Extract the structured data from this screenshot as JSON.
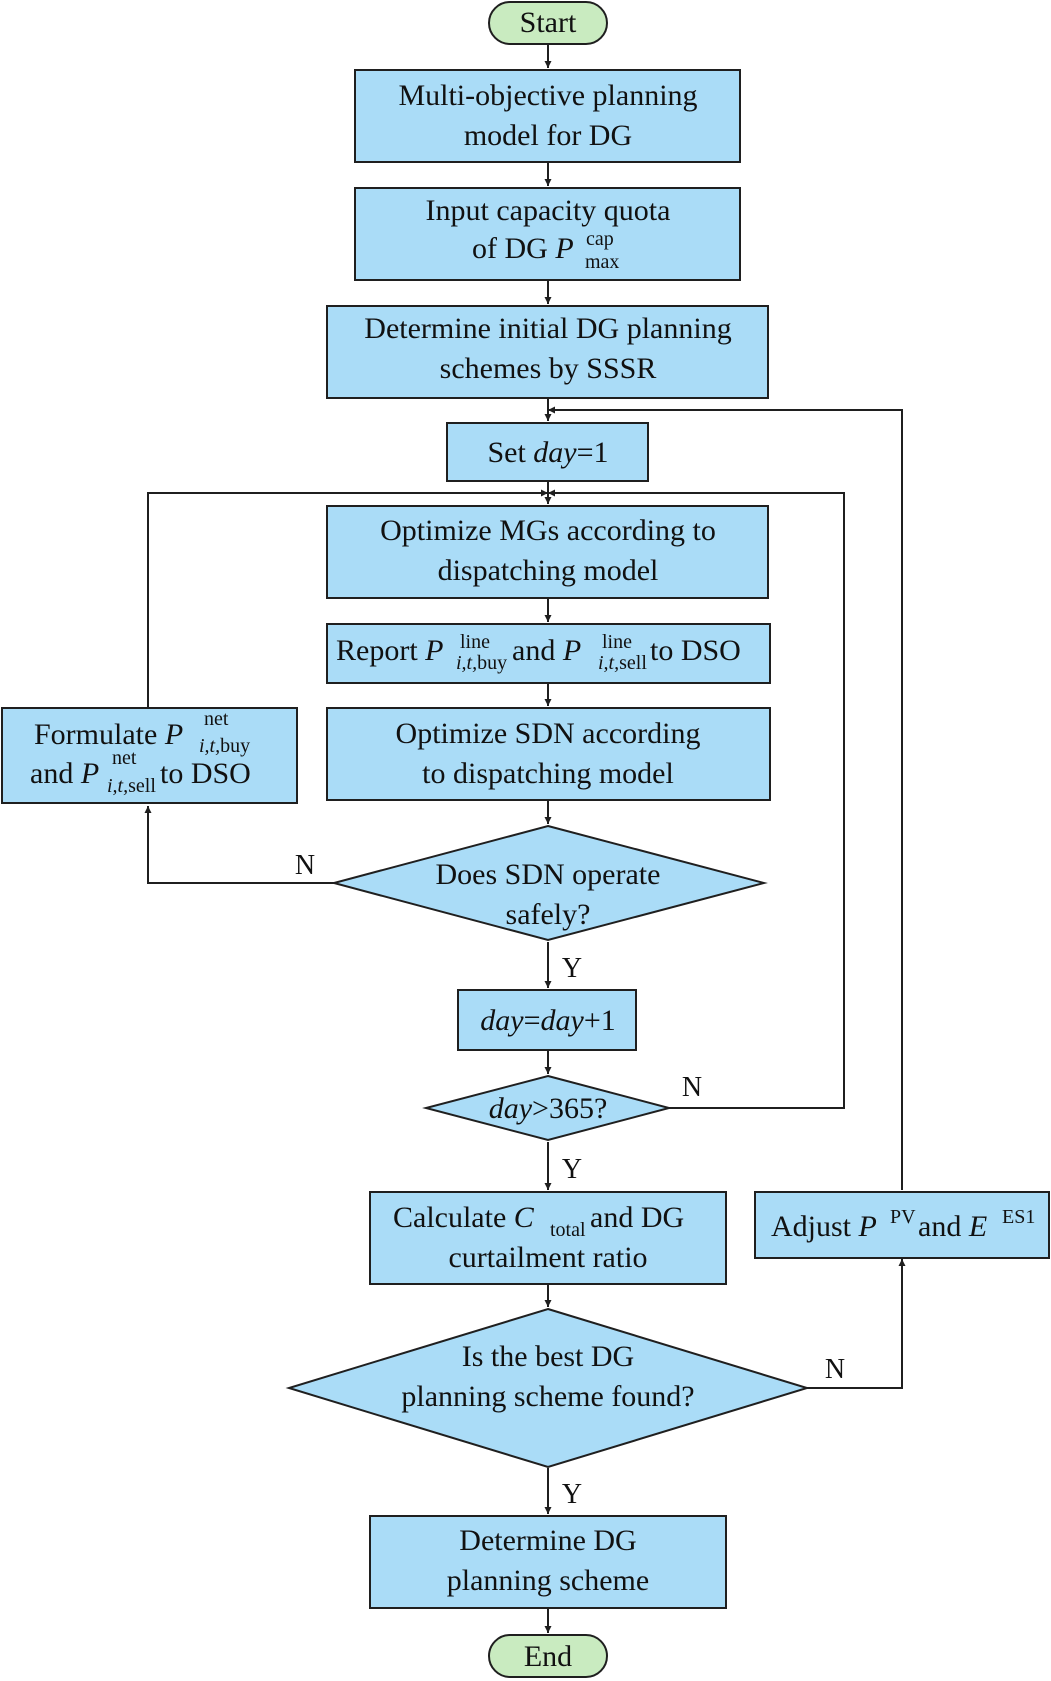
{
  "nodes": {
    "start": "Start",
    "mo_line1": "Multi-objective planning",
    "mo_line2": "model for DG",
    "input_line1": "Input capacity quota",
    "input_line2_pre": "of DG ",
    "input_P": "P",
    "input_sup": "cap",
    "input_sub": "max",
    "det_line1": "Determine initial DG planning",
    "det_line2": "schemes by SSSR",
    "set_pre": "Set ",
    "set_var": "day",
    "set_post": "=1",
    "optmg_line1": "Optimize MGs according to",
    "optmg_line2": "dispatching model",
    "report_pre": "Report ",
    "report_P": "P",
    "report_sup": "line",
    "report_sub1_var": "i,t,",
    "report_sub1_txt": "buy",
    "report_mid": " and ",
    "report_sub2_txt": "sell",
    "report_post": " to DSO",
    "form_line1_pre": "Formulate ",
    "form_P": "P",
    "form_sup": "net",
    "form_sub1_var": "i,t,",
    "form_sub1_txt": "buy",
    "form_line2_pre": "and ",
    "form_sub2_txt": "sell",
    "form_line2_post": " to DSO",
    "optsdn_line1": "Optimize SDN according",
    "optsdn_line2": "to dispatching model",
    "safe_line1": "Does SDN operate",
    "safe_line2": "safely?",
    "inc_var1": "day",
    "inc_eq": "=",
    "inc_var2": "day",
    "inc_post": "+1",
    "chk_var": "day",
    "chk_post": ">365?",
    "calc_pre": "Calculate ",
    "calc_C": "C",
    "calc_sub": "total",
    "calc_post": " and DG",
    "calc_line2": "curtailment ratio",
    "adj_pre": "Adjust ",
    "adj_P": "P",
    "adj_sup1": "PV",
    "adj_mid": " and ",
    "adj_E": "E",
    "adj_sup2": "ES1",
    "best_line1": "Is the best DG",
    "best_line2": "planning scheme found?",
    "final_line1": "Determine DG",
    "final_line2": "planning scheme",
    "end": "End"
  },
  "edge_labels": {
    "safe_no": "N",
    "safe_yes": "Y",
    "day_no": "N",
    "day_yes": "Y",
    "best_no": "N",
    "best_yes": "Y"
  },
  "colors": {
    "process_fill": "#aadcf7",
    "terminal_fill": "#c9ebc0",
    "stroke": "#1f1f1f"
  }
}
